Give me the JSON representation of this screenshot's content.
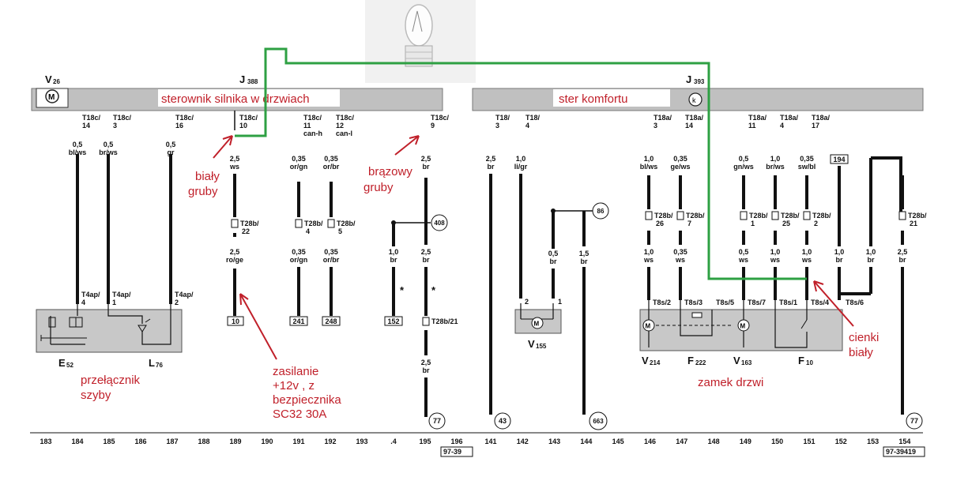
{
  "bulb": {
    "icon": "bulb-icon"
  },
  "components": {
    "v26": {
      "main": "V",
      "sub": "26"
    },
    "j388": {
      "main": "J",
      "sub": "388"
    },
    "j393": {
      "main": "J",
      "sub": "393"
    },
    "e52": {
      "main": "E",
      "sub": "52"
    },
    "l76": {
      "main": "L",
      "sub": "76"
    },
    "v155": {
      "main": "V",
      "sub": "155"
    },
    "v214": {
      "main": "V",
      "sub": "214"
    },
    "f222": {
      "main": "F",
      "sub": "222"
    },
    "v163": {
      "main": "V",
      "sub": "163"
    },
    "f10": {
      "main": "F",
      "sub": "10"
    }
  },
  "bands": {
    "left_label": "sterownik silnika w drzwiach",
    "right_label": "ster komfortu"
  },
  "pins_top_left": [
    {
      "a": "T18c/",
      "b": "14"
    },
    {
      "a": "T18c/",
      "b": "3"
    },
    {
      "a": "T18c/",
      "b": "16"
    },
    {
      "a": "T18c/",
      "b": "10"
    },
    {
      "a": "T18c/",
      "b": "11",
      "c": "can-h"
    },
    {
      "a": "T18c/",
      "b": "12",
      "c": "can-l"
    },
    {
      "a": "T18c/",
      "b": "9"
    }
  ],
  "pins_top_right": [
    {
      "a": "T18/",
      "b": "3"
    },
    {
      "a": "T18/",
      "b": "4"
    },
    {
      "a": "T18a/",
      "b": "3"
    },
    {
      "a": "T18a/",
      "b": "14"
    },
    {
      "a": "T18a/",
      "b": "11"
    },
    {
      "a": "T18a/",
      "b": "4"
    },
    {
      "a": "T18a/",
      "b": "17"
    }
  ],
  "wires_left": [
    {
      "size": "0,5",
      "color": "bl/ws"
    },
    {
      "size": "0,5",
      "color": "br/ws"
    },
    {
      "size": "0,5",
      "color": "gr"
    },
    {
      "size": "2,5",
      "color": "ws"
    },
    {
      "size": "0,35",
      "color": "or/gn"
    },
    {
      "size": "0,35",
      "color": "or/br"
    },
    {
      "size": "2,5",
      "color": "br"
    }
  ],
  "wires_right": [
    {
      "size": "2,5",
      "color": "br"
    },
    {
      "size": "1,0",
      "color": "li/gr"
    },
    {
      "size": "1,0",
      "color": "bl/ws"
    },
    {
      "size": "0,35",
      "color": "ge/ws"
    },
    {
      "size": "0,5",
      "color": "gn/ws"
    },
    {
      "size": "1,0",
      "color": "br/ws"
    },
    {
      "size": "0,35",
      "color": "sw/bl"
    }
  ],
  "connectors_mid": [
    {
      "a": "T28b/",
      "b": "22"
    },
    {
      "a": "T28b/",
      "b": "4"
    },
    {
      "a": "T28b/",
      "b": "5"
    },
    {
      "a": "T28b/",
      "b": "26"
    },
    {
      "a": "T28b/",
      "b": "7"
    },
    {
      "a": "T28b/",
      "b": "1"
    },
    {
      "a": "T28b/",
      "b": "25"
    },
    {
      "a": "T28b/",
      "b": "2"
    },
    {
      "a": "T28b/",
      "b": "21"
    },
    {
      "a": "T28b/21"
    }
  ],
  "wires_lower": [
    {
      "size": "2,5",
      "color": "ro/ge"
    },
    {
      "size": "0,35",
      "color": "or/gn"
    },
    {
      "size": "0,35",
      "color": "or/br"
    },
    {
      "size": "1,0",
      "color": "br"
    },
    {
      "size": "2,5",
      "color": "br"
    },
    {
      "size": "0,5",
      "color": "br"
    },
    {
      "size": "1,5",
      "color": "br"
    },
    {
      "size": "1,0",
      "color": "ws"
    },
    {
      "size": "0,35",
      "color": "ws"
    },
    {
      "size": "0,5",
      "color": "ws"
    },
    {
      "size": "1,0",
      "color": "ws"
    },
    {
      "size": "1,0",
      "color": "ws"
    },
    {
      "size": "1,0",
      "color": "br"
    },
    {
      "size": "1,0",
      "color": "br"
    },
    {
      "size": "2,5",
      "color": "br"
    },
    {
      "size": "2,5",
      "color": "br"
    }
  ],
  "terminals": {
    "t10": "10",
    "t241": "241",
    "t248": "248",
    "t152": "152",
    "t194": "194",
    "c408": "408",
    "c86": "86",
    "c77a": "77",
    "c43": "43",
    "c663": "663",
    "c77b": "77"
  },
  "sub_pins": {
    "t4ap4": {
      "a": "T4ap/",
      "b": "4"
    },
    "t4ap1": {
      "a": "T4ap/",
      "b": "1"
    },
    "t4ap2": {
      "a": "T4ap/",
      "b": "2"
    },
    "v155p2": "2",
    "v155p1": "1",
    "t8s2": "T8s/2",
    "t8s3": "T8s/3",
    "t8s5": "T8s/5",
    "t8s7": "T8s/7",
    "t8s1": "T8s/1",
    "t8s4": "T8s/4",
    "t8s6": "T8s/6"
  },
  "annotations": {
    "bialy_line1": "biały",
    "bialy_line2": "gruby",
    "brazowy_line1": "brązowy",
    "brazowy_line2": "gruby",
    "zasilanie": [
      "zasilanie",
      "+12v , z",
      "bezpiecznika",
      "SC32 30A"
    ],
    "przelacznik": [
      "przełącznik",
      "szyby"
    ],
    "zamek": "zamek drzwi",
    "cienki": [
      "cienki",
      "biały"
    ],
    "star1": "*",
    "star2": "*"
  },
  "scale_left": [
    "183",
    "184",
    "185",
    "186",
    "187",
    "188",
    "189",
    "190",
    "191",
    "192",
    "193",
    ".4",
    "195",
    "196"
  ],
  "scale_right": [
    "141",
    "142",
    "143",
    "144",
    "145",
    "146",
    "147",
    "148",
    "149",
    "150",
    "151",
    "152",
    "153",
    "154"
  ],
  "doc_left": "97-39",
  "doc_right": "97-39419",
  "colors": {
    "band": "#c0c0c0",
    "red": "#c0202a",
    "green": "#2ea043",
    "box": "#c8c8c8"
  }
}
